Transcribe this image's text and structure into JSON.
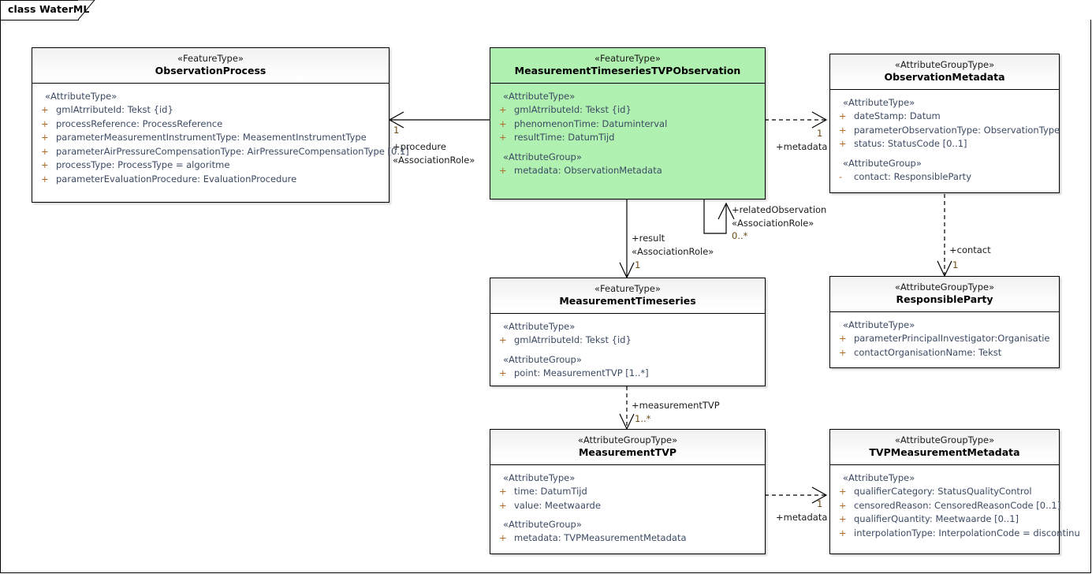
{
  "diagram": {
    "frame_label": "class WaterML"
  },
  "classes": [
    {
      "key": "observation_process",
      "stereotype": "«FeatureType»",
      "name": "ObservationProcess",
      "sections": [
        {
          "group": "«AttributeType»",
          "attributes": [
            {
              "vis": "+",
              "text": "gmlAtrributeId: Tekst {id}"
            },
            {
              "vis": "+",
              "text": "processReference: ProcessReference"
            },
            {
              "vis": "+",
              "text": "parameterMeasurementInstrumentType: MeasementInstrumentType"
            },
            {
              "vis": "+",
              "text": "parameterAirPressureCompensationType: AirPressureCompensationType [0.1]"
            },
            {
              "vis": "+",
              "text": "processType: ProcessType = algoritme"
            },
            {
              "vis": "+",
              "text": "parameterEvaluationProcedure: EvaluationProcedure"
            }
          ]
        }
      ]
    },
    {
      "key": "mts_tvp_observation",
      "stereotype": "«FeatureType»",
      "name": "MeasurementTimeseriesTVPObservation",
      "sections": [
        {
          "group": "«AttributeType»",
          "attributes": [
            {
              "vis": "+",
              "text": "gmlAtrributeId: Tekst {id}"
            },
            {
              "vis": "+",
              "text": "phenomenonTime: Datuminterval"
            },
            {
              "vis": "+",
              "text": "resultTime: DatumTijd"
            }
          ]
        },
        {
          "group": "«AttributeGroup»",
          "attributes": [
            {
              "vis": "+",
              "text": "metadata: ObservationMetadata"
            }
          ]
        }
      ]
    },
    {
      "key": "observation_metadata",
      "stereotype": "«AttributeGroupType»",
      "name": "ObservationMetadata",
      "sections": [
        {
          "group": "«AttributeType»",
          "attributes": [
            {
              "vis": "+",
              "text": "dateStamp: Datum"
            },
            {
              "vis": "+",
              "text": "parameterObservationType: ObservationType"
            },
            {
              "vis": "+",
              "text": "status: StatusCode [0..1]"
            }
          ]
        },
        {
          "group": "«AttributeGroup»",
          "attributes": [
            {
              "vis": "-",
              "text": "contact: ResponsibleParty"
            }
          ]
        }
      ]
    },
    {
      "key": "measurement_timeseries",
      "stereotype": "«FeatureType»",
      "name": "MeasurementTimeseries",
      "sections": [
        {
          "group": "«AttributeType»",
          "attributes": [
            {
              "vis": "+",
              "text": "gmlAtrributeId: Tekst {id}"
            }
          ]
        },
        {
          "group": "«AttributeGroup»",
          "attributes": [
            {
              "vis": "+",
              "text": "point: MeasurementTVP [1..*]"
            }
          ]
        }
      ]
    },
    {
      "key": "responsible_party",
      "stereotype": "«AttributeGroupType»",
      "name": "ResponsibleParty",
      "sections": [
        {
          "group": "«AttributeType»",
          "attributes": [
            {
              "vis": "+",
              "text": "parameterPrincipalInvestigator:Organisatie"
            },
            {
              "vis": "+",
              "text": "contactOrganisationName: Tekst"
            }
          ]
        }
      ]
    },
    {
      "key": "measurement_tvp",
      "stereotype": "«AttributeGroupType»",
      "name": "MeasurementTVP",
      "sections": [
        {
          "group": "«AttributeType»",
          "attributes": [
            {
              "vis": "+",
              "text": "time: DatumTijd"
            },
            {
              "vis": "+",
              "text": "value: Meetwaarde"
            }
          ]
        },
        {
          "group": "«AttributeGroup»",
          "attributes": [
            {
              "vis": "+",
              "text": "metadata: TVPMeasurementMetadata"
            }
          ]
        }
      ]
    },
    {
      "key": "tvp_measurement_metadata",
      "stereotype": "«AttributeGroupType»",
      "name": "TVPMeasurementMetadata",
      "sections": [
        {
          "group": "«AttributeType»",
          "attributes": [
            {
              "vis": "+",
              "text": "qualifierCategory: StatusQualityControl"
            },
            {
              "vis": "+",
              "text": "censoredReason: CensoredReasonCode [0..1]"
            },
            {
              "vis": "+",
              "text": "qualifierQuantity: Meetwaarde [0..1]"
            },
            {
              "vis": "+",
              "text": "interpolationType: InterpolationCode = discontinu"
            }
          ]
        }
      ]
    }
  ],
  "connectors": {
    "procedure": {
      "role": "+procedure",
      "stereotype": "«AssociationRole»",
      "multiplicity": "1"
    },
    "metadata_observation": {
      "role": "+metadata",
      "multiplicity": "1"
    },
    "related_observation": {
      "role": "+relatedObservation",
      "stereotype": "«AssociationRole»",
      "multiplicity": "0..*"
    },
    "result": {
      "role": "+result",
      "stereotype": "«AssociationRole»",
      "multiplicity": "1"
    },
    "contact": {
      "role": "+contact",
      "multiplicity": "1"
    },
    "measurement_tvp": {
      "role": "+measurementTVP",
      "multiplicity": "1..*"
    },
    "metadata_tvp": {
      "role": "+metadata",
      "multiplicity": "1"
    }
  }
}
